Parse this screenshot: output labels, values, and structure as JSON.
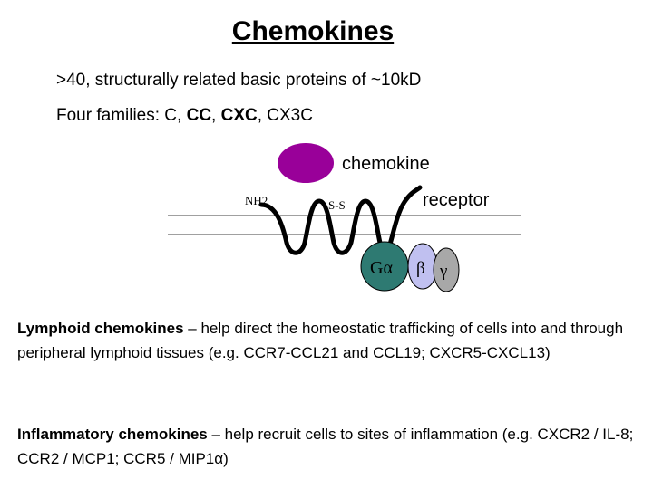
{
  "title": "Chemokines",
  "lines": {
    "line1": ">40, structurally related basic proteins of ~10kD",
    "line2_prefix": "Four families: C, ",
    "line2_cc": "CC",
    "line2_sep": ", ",
    "line2_cxc": "CXC",
    "line2_suffix": ", CX3C"
  },
  "diagram": {
    "chemokine_label": "chemokine",
    "receptor_label": "receptor",
    "nh2_label": "NH2",
    "ss_label": "S-S",
    "g_alpha_label": "Gα",
    "beta_label": "β",
    "gamma_label": "γ",
    "colors": {
      "chemokine": "#990099",
      "g_alpha": "#2e7a72",
      "beta": "#c0c0f0",
      "gamma": "#a8a8a8",
      "membrane": "#808080"
    }
  },
  "para1": {
    "bold": "Lymphoid chemokines",
    "rest": " – help direct the homeostatic trafficking of cells into and through peripheral lymphoid tissues (e.g. CCR7-CCL21 and CCL19; CXCR5-CXCL13)"
  },
  "para2": {
    "bold": "Inflammatory chemokines",
    "rest": " – help recruit cells to sites of inflammation (e.g. CXCR2 / IL-8; CCR2 / MCP1; CCR5 / MIP1α)"
  }
}
